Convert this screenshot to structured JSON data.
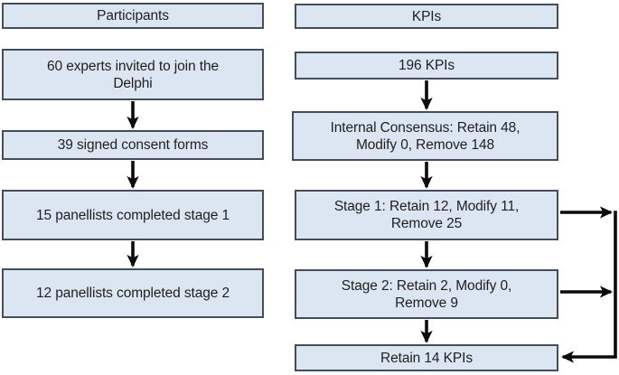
{
  "participants_column": {
    "header": "Participants",
    "experts_invited": "60 experts invited to join the\nDelphi",
    "consent_forms": "39 signed consent forms",
    "panellists_stage1": "15 panellists completed stage 1",
    "panellists_stage2": "12 panellists completed stage 2"
  },
  "kpis_column": {
    "header": "KPIs",
    "kpis_196": "196 KPIs",
    "internal_consensus": "Internal Consensus: Retain 48,\nModify 0, Remove 148",
    "kpis_stage1": "Stage 1: Retain 12, Modify 11,\nRemove 25",
    "kpis_stage2": "Stage 2: Retain 2, Modify 0,\nRemove 9",
    "retain_14": "Retain 14 KPIs"
  },
  "connections": [
    {
      "from": "experts_invited",
      "to": "consent_forms",
      "style": "arrow-down"
    },
    {
      "from": "consent_forms",
      "to": "panellists_stage1",
      "style": "arrow-down"
    },
    {
      "from": "panellists_stage1",
      "to": "panellists_stage2",
      "style": "arrow-down"
    },
    {
      "from": "kpis_196",
      "to": "internal_consensus",
      "style": "arrow-down"
    },
    {
      "from": "internal_consensus",
      "to": "kpis_stage1",
      "style": "arrow-down"
    },
    {
      "from": "kpis_stage1",
      "to": "kpis_stage2",
      "style": "arrow-down"
    },
    {
      "from": "kpis_stage2",
      "to": "retain_14",
      "style": "arrow-down"
    },
    {
      "from": "kpis_stage1",
      "to": "retain_14",
      "style": "arrow-right-loop"
    },
    {
      "from": "kpis_stage2",
      "to": "retain_14",
      "style": "arrow-right-loop"
    }
  ],
  "colors": {
    "box_fill": "#dce6f2",
    "box_border": "#454e58",
    "arrow": "#0b0b0b",
    "text": "#1f1f1f",
    "background": "#ffffff"
  }
}
